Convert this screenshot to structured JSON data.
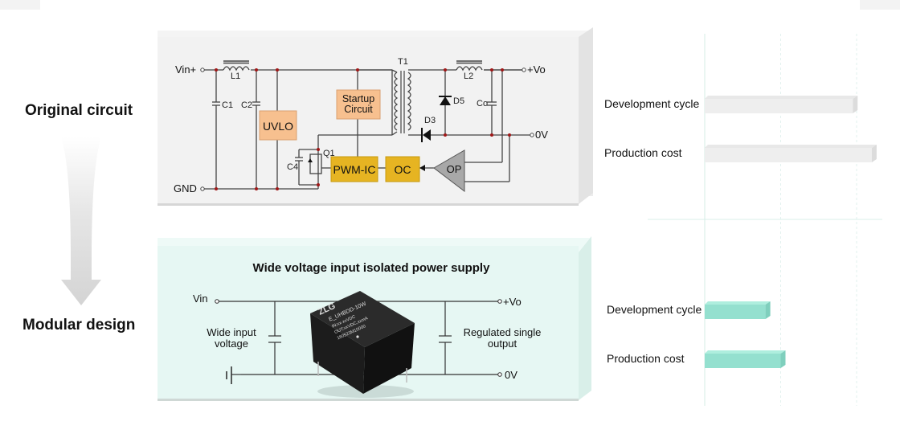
{
  "stages": {
    "original": "Original circuit",
    "modular": "Modular design"
  },
  "original_circuit": {
    "terminals": {
      "vin": "Vin+",
      "gnd": "GND",
      "vo": "+Vo",
      "ov": "0V"
    },
    "components": {
      "l1": "L1",
      "l2": "L2",
      "c1": "C1",
      "c2": "C2",
      "c4": "C4",
      "co": "Co",
      "t1": "T1",
      "d3": "D3",
      "d5": "D5",
      "q1": "Q1"
    },
    "blocks": {
      "uvlo": "UVLO",
      "startup_line1": "Startup",
      "startup_line2": "Circuit",
      "pwm": "PWM-IC",
      "oc": "OC",
      "op": "OP"
    },
    "colors": {
      "block_peach": "#f7c08f",
      "block_gold": "#e6b422",
      "op_gray": "#a8a8a8",
      "node_red": "#a01818"
    }
  },
  "modular_design": {
    "title": "Wide voltage input isolated power supply",
    "terminals": {
      "vin": "Vin",
      "vo": "+Vo",
      "ov": "0V"
    },
    "left_note_line1": "Wide input",
    "left_note_line2": "voltage",
    "right_note_line1": "Regulated single",
    "right_note_line2": "output",
    "module_label": {
      "brand": "ZLG",
      "model": "E_UHBDD-10W",
      "line1": "IN:xx-xxVDC",
      "line2": "OUT:xxVDC,xxmA",
      "line3": "160523M10000"
    },
    "colors": {
      "panel_bg": "#e6f7f3"
    }
  },
  "chart_data": [
    {
      "type": "bar",
      "orientation": "horizontal",
      "title": "Original circuit",
      "categories": [
        "Development cycle",
        "Production cost"
      ],
      "values": [
        1.95,
        2.2
      ],
      "xlim": [
        0,
        2.4
      ],
      "grid": true,
      "color": "#eeeeee"
    },
    {
      "type": "bar",
      "orientation": "horizontal",
      "title": "Modular design",
      "categories": [
        "Development cycle",
        "Production cost"
      ],
      "values": [
        0.8,
        1.0
      ],
      "xlim": [
        0,
        2.4
      ],
      "grid": true,
      "color": "#94e0cf"
    }
  ]
}
